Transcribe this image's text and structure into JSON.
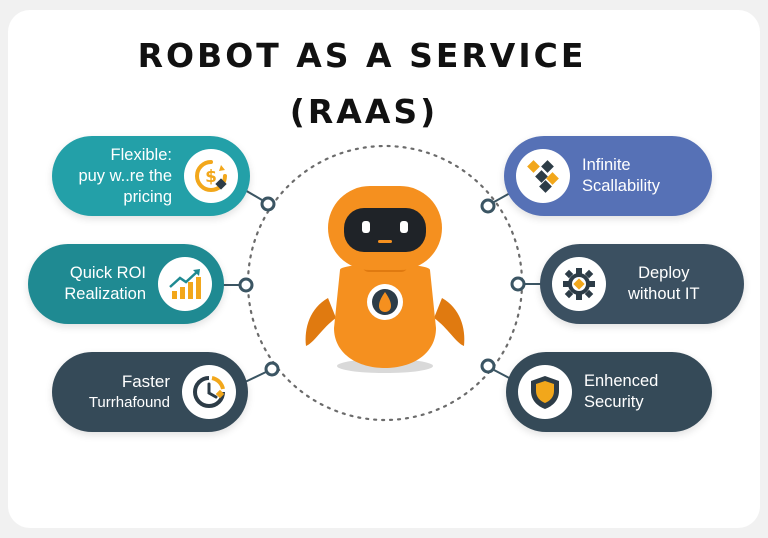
{
  "title": {
    "line1": "ROBOT AS A SERVICE",
    "line2": "(RAAS)"
  },
  "colors": {
    "teal": "#2aa3a9",
    "dark_teal": "#1f8a92",
    "slate": "#354a58",
    "blue": "#5671b6",
    "orange": "#f5901f",
    "gold": "#f2a71b"
  },
  "benefits_left": [
    {
      "lines": [
        "Flexible:",
        "puy w..re the",
        "pricing"
      ],
      "icon": "dollar-cycle-icon"
    },
    {
      "lines": [
        "Quick ROI",
        "Realization"
      ],
      "icon": "growth-chart-icon"
    },
    {
      "lines": [
        "Faster",
        "Turrhafound"
      ],
      "icon": "clock-icon"
    }
  ],
  "benefits_right": [
    {
      "lines": [
        "Infinite",
        "Scallability"
      ],
      "icon": "scaling-cubes-icon"
    },
    {
      "lines": [
        "Deploy",
        "without IT"
      ],
      "icon": "gear-icon"
    },
    {
      "lines": [
        "Enhenced",
        "Security"
      ],
      "icon": "shield-icon"
    }
  ]
}
